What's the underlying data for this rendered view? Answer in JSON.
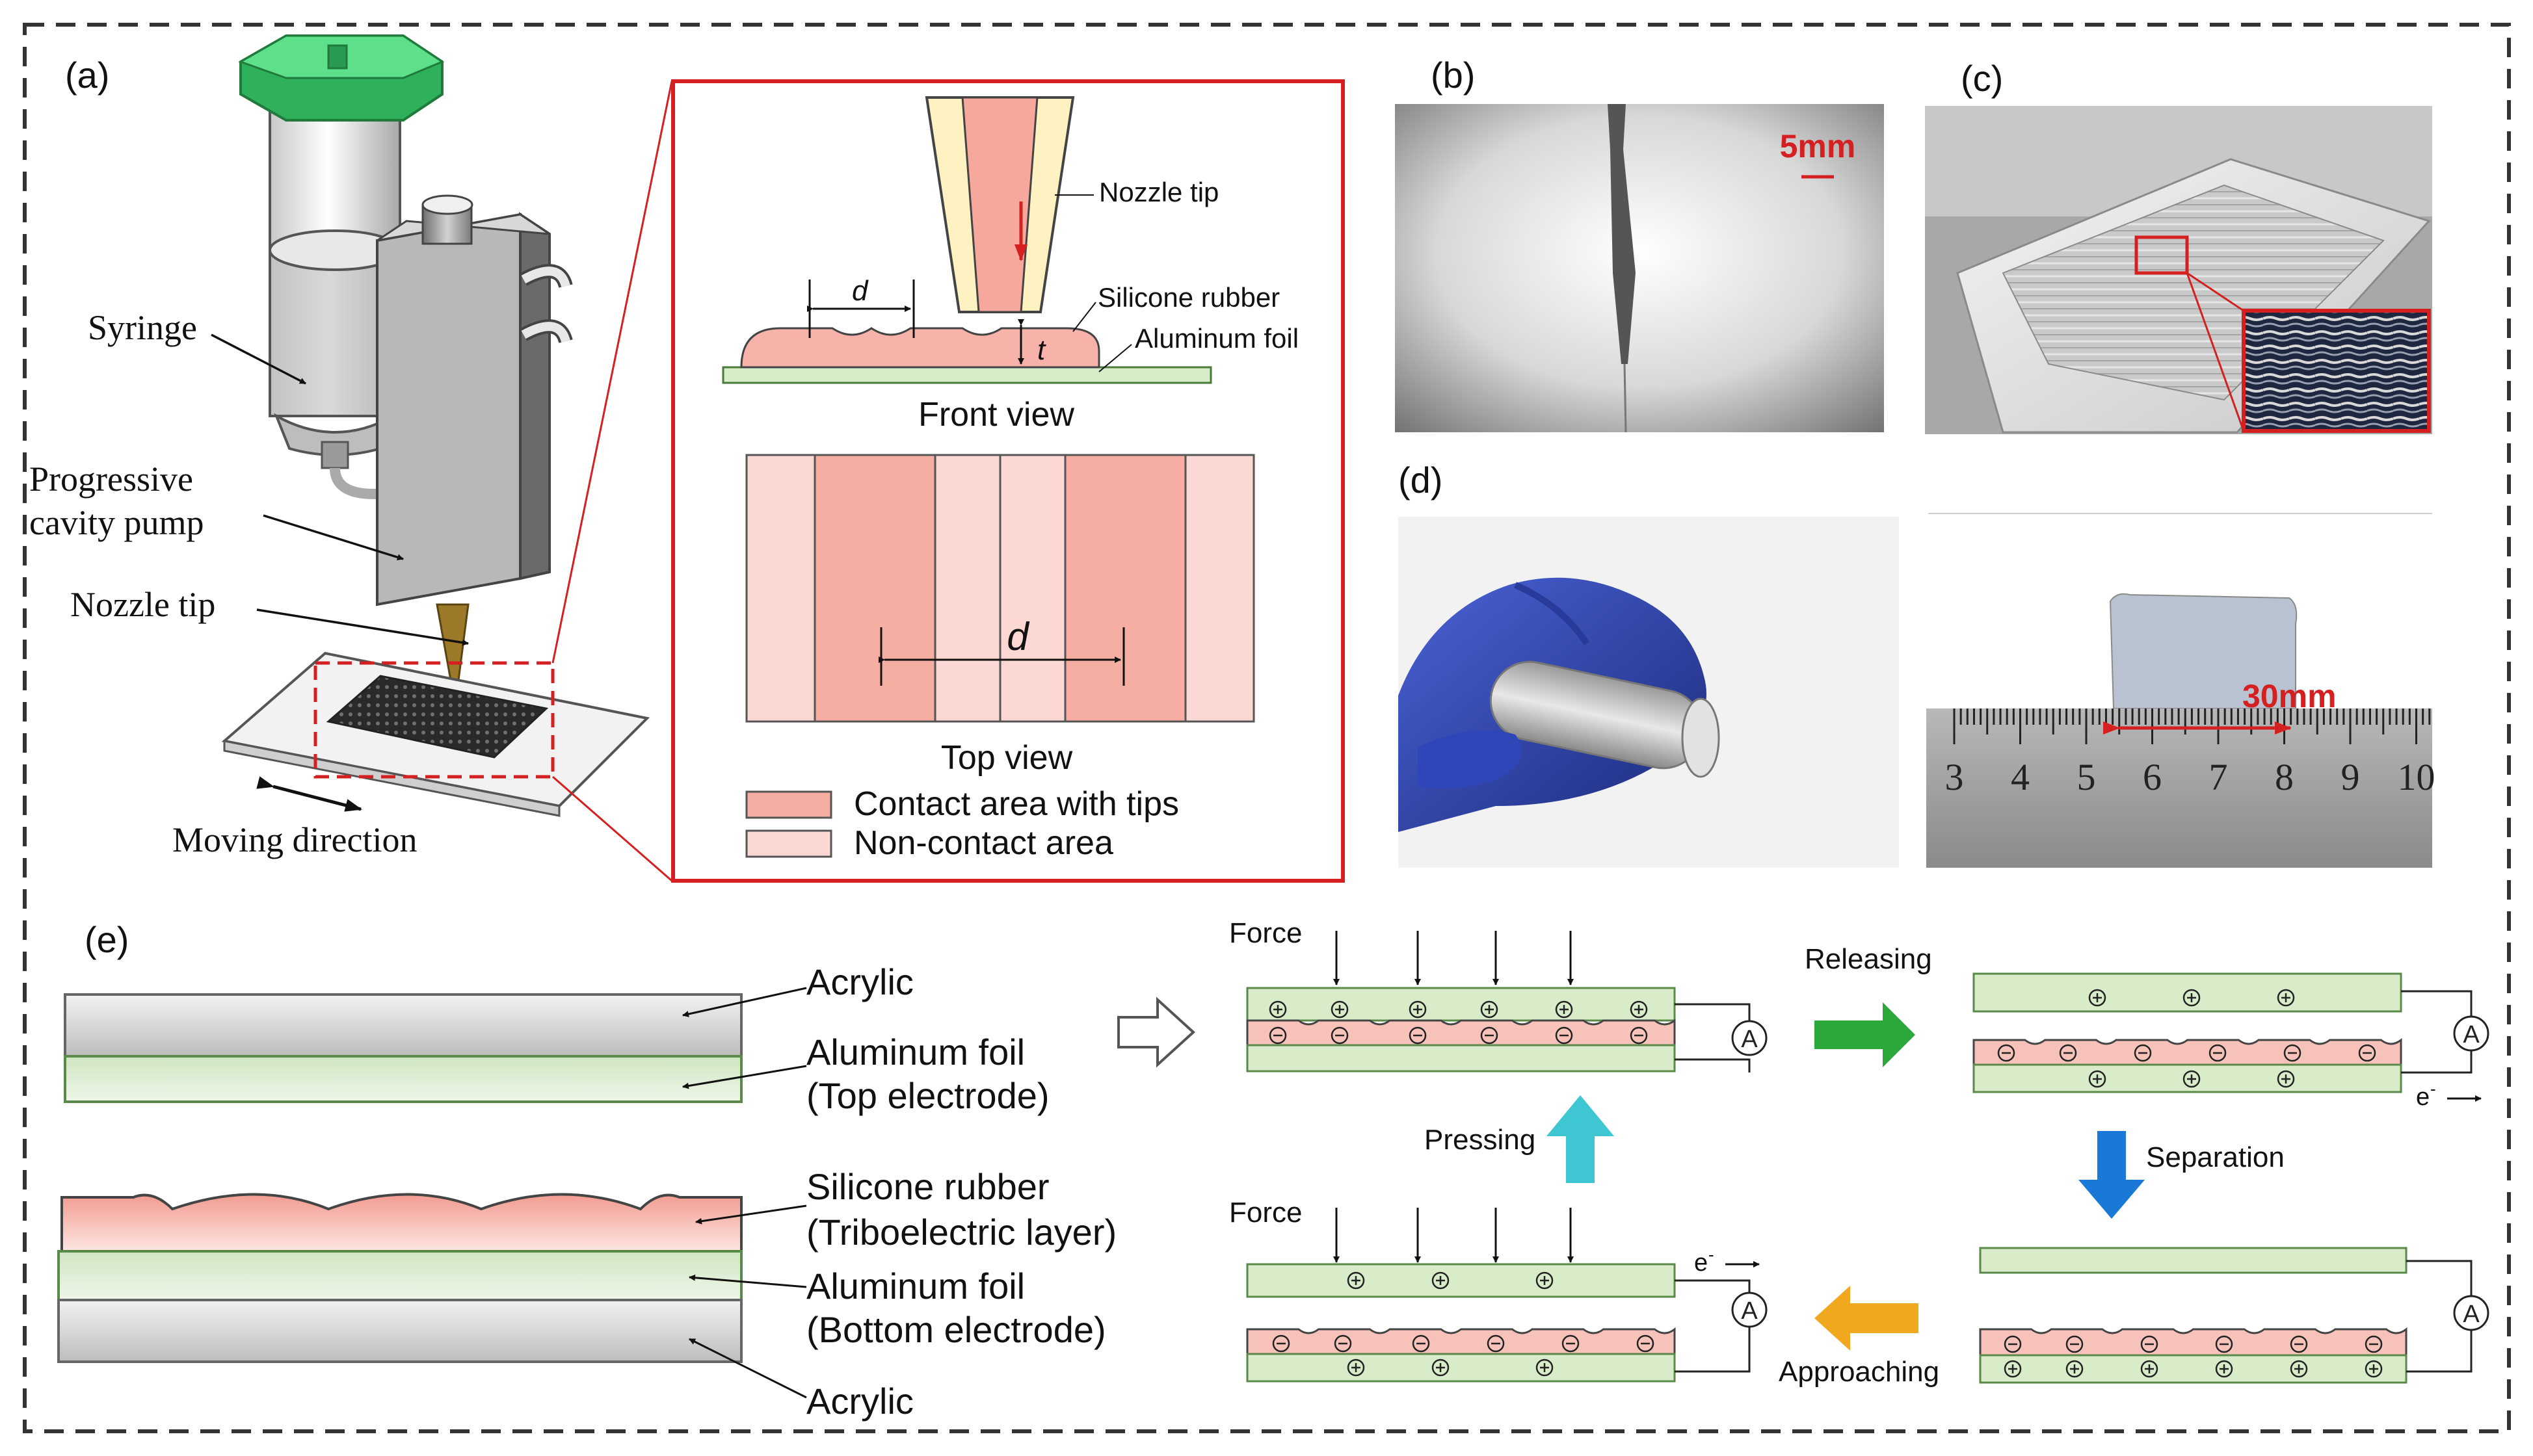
{
  "panels": {
    "a": {
      "label": "(a)",
      "syringe": "Syringe",
      "pump_line1": "Progressive",
      "pump_line2": "cavity pump",
      "nozzle": "Nozzle tip",
      "moving": "Moving direction",
      "inset": {
        "nozzle_tip": "Nozzle tip",
        "silicone": "Silicone rubber",
        "aluminum": "Aluminum foil",
        "d": "d",
        "t": "t",
        "front_view": "Front view",
        "top_view": "Top view",
        "legend_contact": "Contact area with tips",
        "legend_noncontact": "Non-contact area"
      }
    },
    "b": {
      "label": "(b)",
      "scale": "5mm"
    },
    "c": {
      "label": "(c)"
    },
    "d": {
      "label": "(d)",
      "scale": "30mm",
      "ruler_ticks": [
        "3",
        "4",
        "5",
        "6",
        "7",
        "8",
        "9",
        "10"
      ]
    },
    "e": {
      "label": "(e)",
      "acrylic_top": "Acrylic",
      "al_top_1": "Aluminum foil",
      "al_top_2": "(Top electrode)",
      "si_1": "Silicone rubber",
      "si_2": "(Triboelectric layer)",
      "al_bot_1": "Aluminum foil",
      "al_bot_2": "(Bottom electrode)",
      "acrylic_bot": "Acrylic",
      "force": "Force",
      "force2": "Force",
      "releasing": "Releasing",
      "separation": "Separation",
      "approaching": "Approaching",
      "pressing": "Pressing",
      "ammeter": "A",
      "electron": "e",
      "electron_sup": "-"
    }
  },
  "colors": {
    "frame": "#333333",
    "red": "#d42020",
    "silicone": "#f4aaa0",
    "aluminum": "#dcebcf",
    "acrylic": "#d6d6d6",
    "green_arrow": "#2ca83a",
    "blue_arrow": "#1a78d6",
    "orange_arrow": "#f0a820",
    "cyan_arrow": "#3ec6d2"
  }
}
